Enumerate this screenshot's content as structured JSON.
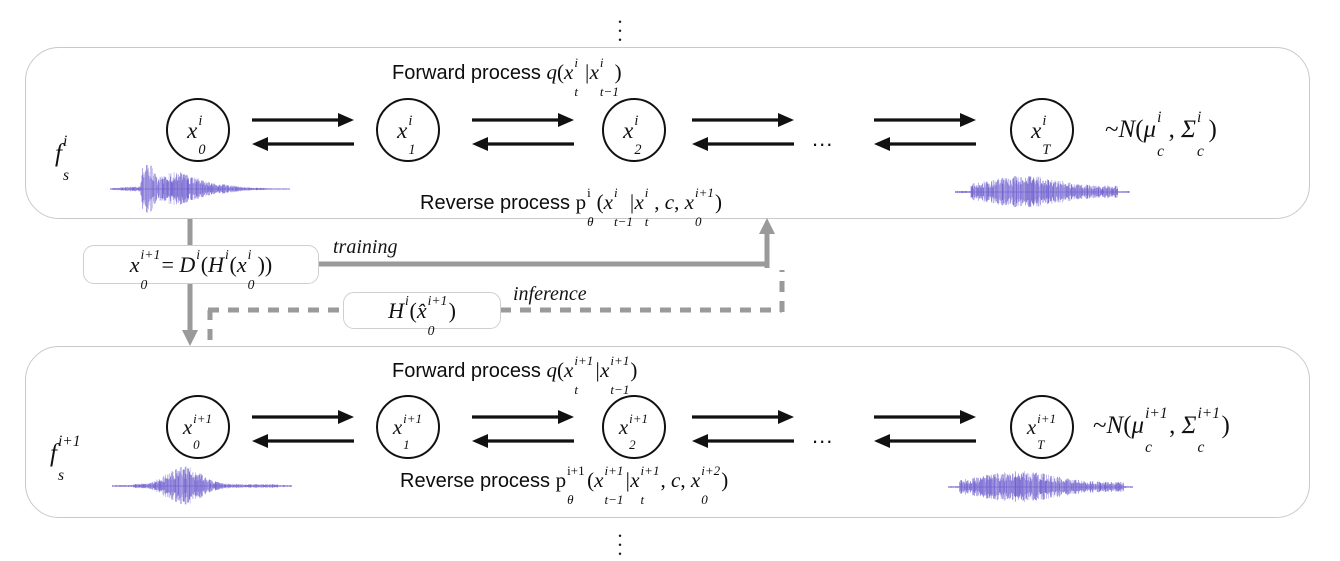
{
  "figure": {
    "top_ellipsis": "⋮",
    "bottom_ellipsis": "⋮"
  },
  "panels": [
    {
      "id": "level-i",
      "fs_label": "f",
      "fs_sub": "s",
      "fs_sup": "i",
      "forward_text": "Forward process",
      "forward_formula": "q(x_t^i|x_{t-1}^i)",
      "reverse_text": "Reverse process",
      "reverse_formula": "p_θ^i(x_{t-1}^i|x_t^i, c, x_0^{i+1})",
      "distribution": "~N(μ_c^i, Σ_c^i)",
      "nodes": [
        {
          "base": "x",
          "sub": "0",
          "sup": "i"
        },
        {
          "base": "x",
          "sub": "1",
          "sup": "i"
        },
        {
          "base": "x",
          "sub": "2",
          "sup": "i"
        },
        {
          "base": "x",
          "sub": "T",
          "sup": "i"
        }
      ],
      "ellipsis": "..."
    },
    {
      "id": "level-i-plus-1",
      "fs_label": "f",
      "fs_sub": "s",
      "fs_sup": "i+1",
      "forward_text": "Forward process",
      "forward_formula": "q(x_t^{i+1}|x_{t-1}^{i+1})",
      "reverse_text": "Reverse process",
      "reverse_formula": "p_θ^{i+1}(x_{t-1}^{i+1}|x_t^{i+1}, c, x_0^{i+2})",
      "distribution": "~N(μ_c^{i+1}, Σ_c^{i+1})",
      "nodes": [
        {
          "base": "x",
          "sub": "0",
          "sup": "i+1"
        },
        {
          "base": "x",
          "sub": "1",
          "sup": "i+1"
        },
        {
          "base": "x",
          "sub": "2",
          "sup": "i+1"
        },
        {
          "base": "x",
          "sub": "T",
          "sup": "i+1"
        }
      ],
      "ellipsis": "..."
    }
  ],
  "connectors": {
    "training_label": "training",
    "inference_label": "inference",
    "downsample_box": "x_0^{i+1} = D^i(H^i(x_0^i))",
    "upsample_box": "H^i(x̂_0^{i+1})"
  },
  "colors": {
    "waveform": "#6A5ACD",
    "panel_border": "#c9c9c9",
    "connector_gray": "#9a9a9a",
    "arrow_black": "#111111",
    "text": "#0d0d0d"
  }
}
